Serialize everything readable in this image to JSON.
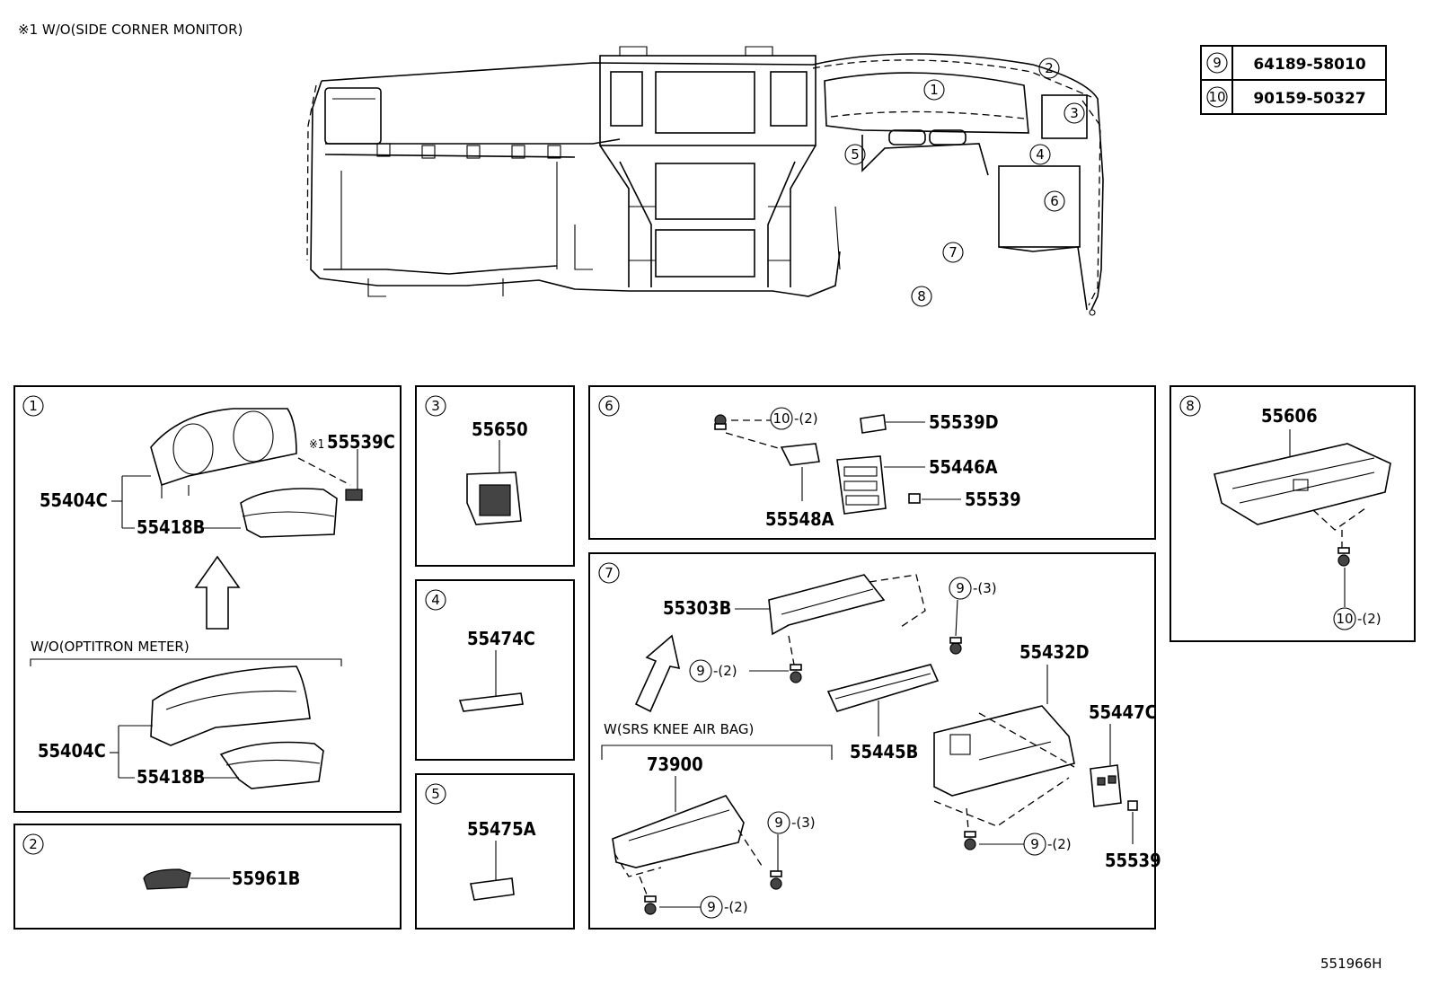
{
  "header_note": "※1 W/O(SIDE CORNER MONITOR)",
  "footer_code": "551966H",
  "callout_table": [
    {
      "ref": "9",
      "part": "64189-58010"
    },
    {
      "ref": "10",
      "part": "90159-50327"
    }
  ],
  "overview_refs": [
    "1",
    "2",
    "3",
    "4",
    "5",
    "6",
    "7",
    "8"
  ],
  "panels": {
    "p1": {
      "ref": "1",
      "mark": "※1",
      "cover": "55539C",
      "upper_parent": "55404C",
      "upper_child": "55418B",
      "variant": "W/O(OPTITRON METER)",
      "lower_parent": "55404C",
      "lower_child": "55418B"
    },
    "p2": {
      "ref": "2",
      "part": "55961B"
    },
    "p3": {
      "ref": "3",
      "part": "55650"
    },
    "p4": {
      "ref": "4",
      "part": "55474C"
    },
    "p5": {
      "ref": "5",
      "part": "55475A"
    },
    "p6": {
      "ref": "6",
      "screw_ref": "10",
      "screw_qty": "-(2)",
      "part_a": "55539D",
      "part_b": "55446A",
      "part_c": "55539",
      "part_d": "55548A"
    },
    "p7": {
      "ref": "7",
      "bracket": "55303B",
      "screw_a_ref": "9",
      "screw_a_qty": "-(3)",
      "screw_b_ref": "9",
      "screw_b_qty": "-(2)",
      "trim": "55432D",
      "vent": "55445B",
      "switch": "55447C",
      "variant": "W(SRS KNEE AIR BAG)",
      "airbag": "73900",
      "screw_c_ref": "9",
      "screw_c_qty": "-(3)",
      "screw_d_ref": "9",
      "screw_d_qty": "-(2)",
      "screw_e_ref": "9",
      "screw_e_qty": "-(2)",
      "clip": "55539"
    },
    "p8": {
      "ref": "8",
      "part": "55606",
      "screw_ref": "10",
      "screw_qty": "-(2)"
    }
  },
  "icons": {
    "screw": "screw-icon",
    "up_arrow": "arrow-up-icon",
    "callout": "callout-circle-icon"
  }
}
